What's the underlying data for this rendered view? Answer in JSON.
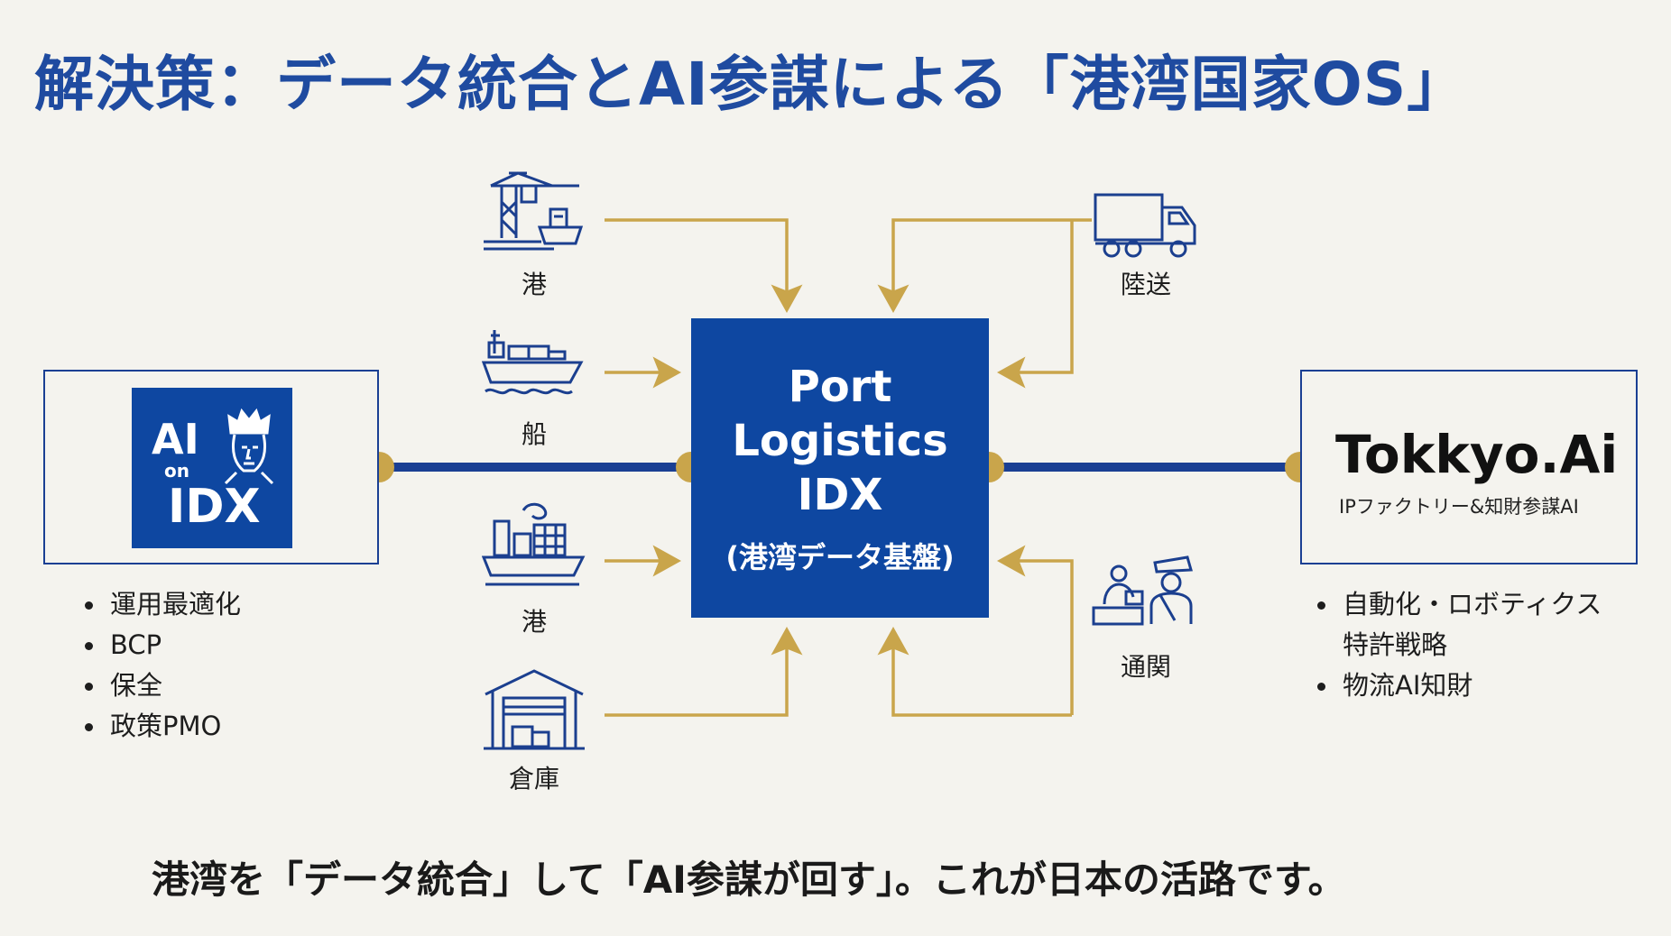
{
  "title": "解決策：データ統合とAI参謀による「港湾国家OS」",
  "center": {
    "line1": "Port",
    "line2": "Logistics",
    "line3": "IDX",
    "line4": "(港湾データ基盤)"
  },
  "left_panel": {
    "logo_line1": "AI",
    "logo_line2": "on",
    "logo_line3": "IDX",
    "bullets": [
      "運用最適化",
      "BCP",
      "保全",
      "政策PMO"
    ]
  },
  "right_panel": {
    "name": "Tokkyo.Ai",
    "subtitle": "IPファクトリー&知財参謀AI",
    "bullet1_line1": "自動化・ロボティクス",
    "bullet1_line2": "特許戦略",
    "bullet2": "物流AI知財"
  },
  "nodes": {
    "port_top": "港",
    "ship": "船",
    "port_bottom": "港",
    "warehouse": "倉庫",
    "land_transport": "陸送",
    "customs": "通関"
  },
  "footer": "港湾を「データ統合」して「AI参謀が回す」。これが日本の活路です。",
  "colors": {
    "navy": "#0e47a1",
    "title_blue": "#1f4ba0",
    "gold": "#c9a54b",
    "icon_blue": "#1b3f8f",
    "background": "#f4f3ee"
  }
}
